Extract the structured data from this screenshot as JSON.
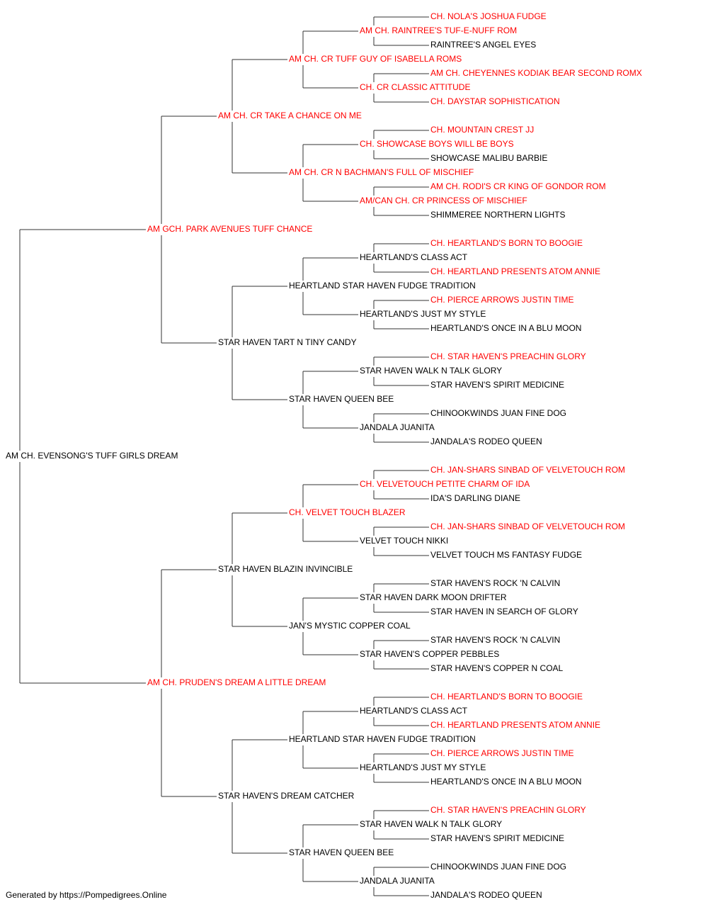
{
  "colors": {
    "champion": "#ff0000",
    "regular": "#000000",
    "line": "#333333"
  },
  "pedigree": {
    "name": "AM CH. EVENSONG'S TUFF GIRLS DREAM",
    "champion": false,
    "sire": {
      "name": "AM GCH. PARK AVENUES TUFF CHANCE",
      "champion": true,
      "sire": {
        "name": "AM CH. CR TAKE A CHANCE ON ME",
        "champion": true,
        "sire": {
          "name": "AM CH. CR TUFF GUY OF ISABELLA ROMS",
          "champion": true,
          "sire": {
            "name": "AM CH. RAINTREE'S TUF-E-NUFF ROM",
            "champion": true,
            "sire": {
              "name": "CH. NOLA'S JOSHUA FUDGE",
              "champion": true
            },
            "dam": {
              "name": "RAINTREE'S ANGEL EYES",
              "champion": false
            }
          },
          "dam": {
            "name": "CH. CR CLASSIC ATTITUDE",
            "champion": true,
            "sire": {
              "name": "AM CH. CHEYENNES KODIAK BEAR SECOND ROMX",
              "champion": true
            },
            "dam": {
              "name": "CH. DAYSTAR SOPHISTICATION",
              "champion": true
            }
          }
        },
        "dam": {
          "name": "AM CH. CR N BACHMAN'S FULL OF MISCHIEF",
          "champion": true,
          "sire": {
            "name": "CH. SHOWCASE BOYS WILL BE BOYS",
            "champion": true,
            "sire": {
              "name": "CH. MOUNTAIN CREST JJ",
              "champion": true
            },
            "dam": {
              "name": "SHOWCASE MALIBU BARBIE",
              "champion": false
            }
          },
          "dam": {
            "name": "AM/CAN CH. CR PRINCESS OF MISCHIEF",
            "champion": true,
            "sire": {
              "name": "AM CH. RODI'S CR KING OF GONDOR ROM",
              "champion": true
            },
            "dam": {
              "name": "SHIMMEREE NORTHERN LIGHTS",
              "champion": false
            }
          }
        }
      },
      "dam": {
        "name": "STAR HAVEN TART N TINY CANDY",
        "champion": false,
        "sire": {
          "name": "HEARTLAND STAR HAVEN FUDGE TRADITION",
          "champion": false,
          "sire": {
            "name": "HEARTLAND'S CLASS ACT",
            "champion": false,
            "sire": {
              "name": "CH. HEARTLAND'S BORN TO BOOGIE",
              "champion": true
            },
            "dam": {
              "name": "CH. HEARTLAND PRESENTS ATOM ANNIE",
              "champion": true
            }
          },
          "dam": {
            "name": "HEARTLAND'S JUST MY STYLE",
            "champion": false,
            "sire": {
              "name": "CH. PIERCE ARROWS JUSTIN TIME",
              "champion": true
            },
            "dam": {
              "name": "HEARTLAND'S ONCE IN A BLU MOON",
              "champion": false
            }
          }
        },
        "dam": {
          "name": "STAR HAVEN QUEEN BEE",
          "champion": false,
          "sire": {
            "name": "STAR HAVEN WALK N TALK GLORY",
            "champion": false,
            "sire": {
              "name": "CH. STAR HAVEN'S PREACHIN GLORY",
              "champion": true
            },
            "dam": {
              "name": "STAR HAVEN'S SPIRIT MEDICINE",
              "champion": false
            }
          },
          "dam": {
            "name": "JANDALA JUANITA",
            "champion": false,
            "sire": {
              "name": "CHINOOKWINDS JUAN FINE DOG",
              "champion": false
            },
            "dam": {
              "name": "JANDALA'S RODEO QUEEN",
              "champion": false
            }
          }
        }
      }
    },
    "dam": {
      "name": "AM CH. PRUDEN'S DREAM A LITTLE DREAM",
      "champion": true,
      "sire": {
        "name": "STAR HAVEN BLAZIN INVINCIBLE",
        "champion": false,
        "sire": {
          "name": "CH. VELVET TOUCH BLAZER",
          "champion": true,
          "sire": {
            "name": "CH. VELVETOUCH PETITE CHARM OF IDA",
            "champion": true,
            "sire": {
              "name": "CH. JAN-SHARS SINBAD OF VELVETOUCH ROM",
              "champion": true
            },
            "dam": {
              "name": "IDA'S DARLING DIANE",
              "champion": false
            }
          },
          "dam": {
            "name": "VELVET TOUCH NIKKI",
            "champion": false,
            "sire": {
              "name": "CH. JAN-SHARS SINBAD OF VELVETOUCH ROM",
              "champion": true
            },
            "dam": {
              "name": "VELVET TOUCH MS FANTASY FUDGE",
              "champion": false
            }
          }
        },
        "dam": {
          "name": "JAN'S MYSTIC COPPER COAL",
          "champion": false,
          "sire": {
            "name": "STAR HAVEN DARK MOON DRIFTER",
            "champion": false,
            "sire": {
              "name": "STAR HAVEN'S ROCK 'N CALVIN",
              "champion": false
            },
            "dam": {
              "name": "STAR HAVEN IN SEARCH OF GLORY",
              "champion": false
            }
          },
          "dam": {
            "name": "STAR HAVEN'S COPPER PEBBLES",
            "champion": false,
            "sire": {
              "name": "STAR HAVEN'S ROCK 'N CALVIN",
              "champion": false
            },
            "dam": {
              "name": "STAR HAVEN'S COPPER N COAL",
              "champion": false
            }
          }
        }
      },
      "dam": {
        "name": "STAR HAVEN'S DREAM CATCHER",
        "champion": false,
        "sire": {
          "name": "HEARTLAND STAR HAVEN FUDGE TRADITION",
          "champion": false,
          "sire": {
            "name": "HEARTLAND'S CLASS ACT",
            "champion": false,
            "sire": {
              "name": "CH. HEARTLAND'S BORN TO BOOGIE",
              "champion": true
            },
            "dam": {
              "name": "CH. HEARTLAND PRESENTS ATOM ANNIE",
              "champion": true
            }
          },
          "dam": {
            "name": "HEARTLAND'S JUST MY STYLE",
            "champion": false,
            "sire": {
              "name": "CH. PIERCE ARROWS JUSTIN TIME",
              "champion": true
            },
            "dam": {
              "name": "HEARTLAND'S ONCE IN A BLU MOON",
              "champion": false
            }
          }
        },
        "dam": {
          "name": "STAR HAVEN QUEEN BEE",
          "champion": false,
          "sire": {
            "name": "STAR HAVEN WALK N TALK GLORY",
            "champion": false,
            "sire": {
              "name": "CH. STAR HAVEN'S PREACHIN GLORY",
              "champion": true
            },
            "dam": {
              "name": "STAR HAVEN'S SPIRIT MEDICINE",
              "champion": false
            }
          },
          "dam": {
            "name": "JANDALA JUANITA",
            "champion": false,
            "sire": {
              "name": "CHINOOKWINDS JUAN FINE DOG",
              "champion": false
            },
            "dam": {
              "name": "JANDALA'S RODEO QUEEN",
              "champion": false
            }
          }
        }
      }
    }
  },
  "footer": {
    "text": "Generated by https://Pompedigrees.Online"
  }
}
